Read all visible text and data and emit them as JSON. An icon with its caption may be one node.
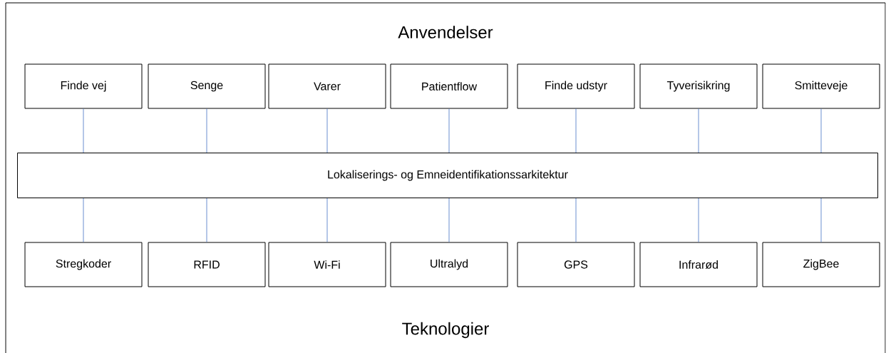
{
  "diagram": {
    "title": "Anvendelser",
    "nodes": [
      {
        "text": [
          "Finde vej"
        ]
      },
      {
        "text": [
          "Senge"
        ]
      },
      {
        "text": [
          "Varer"
        ]
      },
      {
        "text": [
          "Patientflow"
        ]
      },
      {
        "text": [
          "Finde udstyr"
        ]
      },
      {
        "text": [
          "Tyverisikring"
        ]
      },
      {
        "text": [
          "Smitteveje"
        ]
      },
      {
        "text": [
          "Lokaliserings- og Emneidentifikationssarkitektur"
        ]
      },
      {
        "text": [
          "Stregkoder"
        ]
      },
      {
        "text": [
          "RFID"
        ]
      },
      {
        "text": [
          "Wi-Fi"
        ]
      },
      {
        "text": [
          "Ultralyd"
        ]
      },
      {
        "text": [
          "GPS"
        ]
      },
      {
        "text": [
          "Infrarød"
        ]
      },
      {
        "text": [
          "ZigBee"
        ]
      }
    ],
    "edges": [
      {
        "from": 0,
        "to": 7,
        "arrow": "none"
      },
      {
        "from": 1,
        "to": 7,
        "arrow": "none"
      },
      {
        "from": 2,
        "to": 7,
        "arrow": "none"
      },
      {
        "from": 3,
        "to": 7,
        "arrow": "none"
      },
      {
        "from": 4,
        "to": 7,
        "arrow": "none"
      },
      {
        "from": 5,
        "to": 7,
        "arrow": "none"
      },
      {
        "from": 6,
        "to": 7,
        "arrow": "none"
      },
      {
        "from": 7,
        "to": 8,
        "arrow": "none"
      },
      {
        "from": 7,
        "to": 9,
        "arrow": "none"
      },
      {
        "from": 7,
        "to": 10,
        "arrow": "none"
      },
      {
        "from": 7,
        "to": 11,
        "arrow": "none"
      },
      {
        "from": 7,
        "to": 12,
        "arrow": "none"
      },
      {
        "from": 7,
        "to": 13,
        "arrow": "none"
      },
      {
        "from": 7,
        "to": 14,
        "arrow": "none"
      }
    ],
    "labels": [
      "Teknologier"
    ]
  }
}
